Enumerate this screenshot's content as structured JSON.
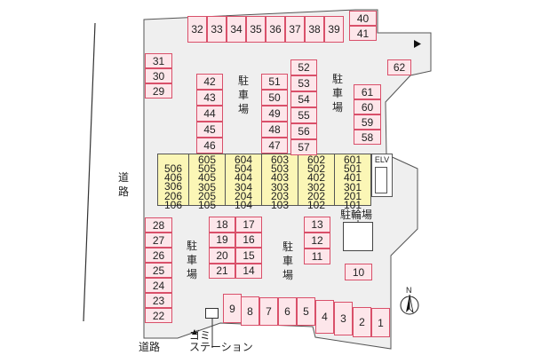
{
  "map": {
    "road_label": "道路",
    "parking_label": "駐車場",
    "bicycle_parking_label": "駐輪場",
    "elevator_label": "ELV",
    "garbage_station_label": "ゴミステーション",
    "garbage_station_lines": [
      "ゴミ",
      "ステーション"
    ],
    "north_label": "N"
  },
  "parking_slots": {
    "top_row": [
      "32",
      "33",
      "34",
      "35",
      "36",
      "37",
      "38",
      "39"
    ],
    "top_right_stack": [
      "40",
      "41"
    ],
    "right_single": "62",
    "left_upper_column": [
      "31",
      "30",
      "29"
    ],
    "column_42_46": [
      "42",
      "43",
      "44",
      "45",
      "46"
    ],
    "column_51_47": [
      "51",
      "50",
      "49",
      "48",
      "47"
    ],
    "column_52_57": [
      "52",
      "53",
      "54",
      "55",
      "56",
      "57"
    ],
    "column_61_58": [
      "61",
      "60",
      "59",
      "58"
    ],
    "left_lower_column": [
      "28",
      "27",
      "26",
      "25",
      "24",
      "23",
      "22"
    ],
    "column_18_21": [
      "18",
      "19",
      "20",
      "21"
    ],
    "column_17_14": [
      "17",
      "16",
      "15",
      "14"
    ],
    "column_13_11": [
      "13",
      "12",
      "11"
    ],
    "single_10": "10",
    "bottom_row": [
      "9",
      "8",
      "7",
      "6",
      "5",
      "4",
      "3",
      "2",
      "1"
    ]
  },
  "building_units": [
    [
      "506",
      "406",
      "306",
      "206",
      "106"
    ],
    [
      "605",
      "505",
      "405",
      "305",
      "205",
      "105"
    ],
    [
      "604",
      "504",
      "404",
      "304",
      "204",
      "104"
    ],
    [
      "603",
      "503",
      "403",
      "303",
      "203",
      "103"
    ],
    [
      "602",
      "502",
      "402",
      "302",
      "202",
      "102"
    ],
    [
      "601",
      "501",
      "401",
      "301",
      "201",
      "101"
    ]
  ]
}
